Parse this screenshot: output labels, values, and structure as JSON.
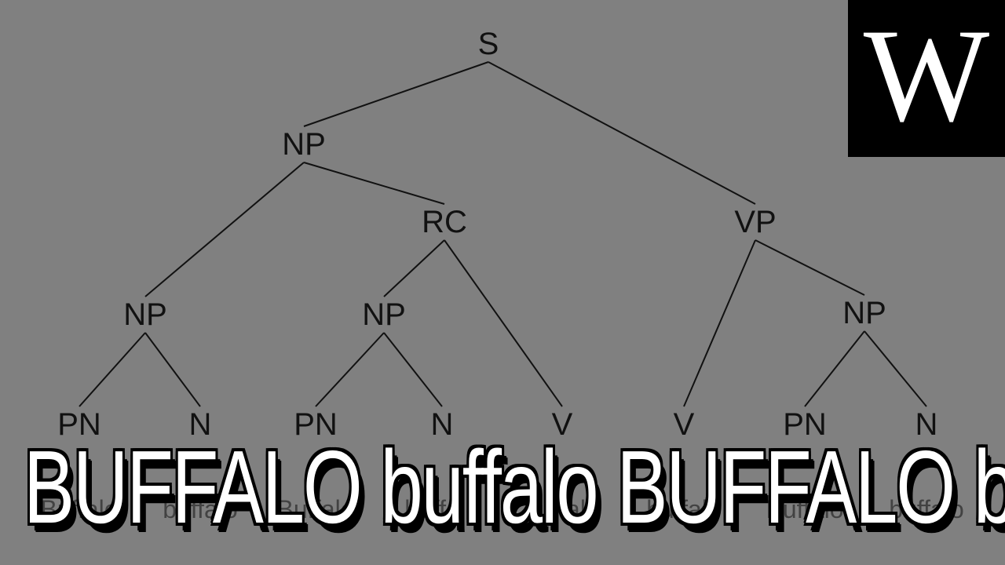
{
  "tree": {
    "nodes": [
      {
        "id": "S",
        "label": "S"
      },
      {
        "id": "NP_top",
        "label": "NP"
      },
      {
        "id": "VP",
        "label": "VP"
      },
      {
        "id": "RC",
        "label": "RC"
      },
      {
        "id": "NP_l1",
        "label": "NP"
      },
      {
        "id": "NP_rc",
        "label": "NP"
      },
      {
        "id": "NP_vp",
        "label": "NP"
      },
      {
        "id": "PN_1",
        "label": "PN"
      },
      {
        "id": "N_1",
        "label": "N"
      },
      {
        "id": "PN_2",
        "label": "PN"
      },
      {
        "id": "N_2",
        "label": "N"
      },
      {
        "id": "V_1",
        "label": "V"
      },
      {
        "id": "V_2",
        "label": "V"
      },
      {
        "id": "PN_3",
        "label": "PN"
      },
      {
        "id": "N_3",
        "label": "N"
      }
    ],
    "edges": [
      [
        "S",
        "NP_top"
      ],
      [
        "S",
        "VP"
      ],
      [
        "NP_top",
        "NP_l1"
      ],
      [
        "NP_top",
        "RC"
      ],
      [
        "RC",
        "NP_rc"
      ],
      [
        "RC",
        "V_1"
      ],
      [
        "VP",
        "V_2"
      ],
      [
        "VP",
        "NP_vp"
      ],
      [
        "NP_l1",
        "PN_1"
      ],
      [
        "NP_l1",
        "N_1"
      ],
      [
        "NP_rc",
        "PN_2"
      ],
      [
        "NP_rc",
        "N_2"
      ],
      [
        "NP_vp",
        "PN_3"
      ],
      [
        "NP_vp",
        "N_3"
      ]
    ],
    "words": [
      "Buffalo",
      "buffalo",
      "Buffalo",
      "buffalo",
      "buffalo",
      "buffalo",
      "Buffalo",
      "buffalo"
    ]
  },
  "logo": {
    "letter": "W",
    "background": "#000000",
    "color": "#ffffff"
  },
  "caption": {
    "text": "BUFFALO buffalo BUFFALO buffalo"
  },
  "colors": {
    "background": "#808080",
    "ink": "#111111"
  }
}
